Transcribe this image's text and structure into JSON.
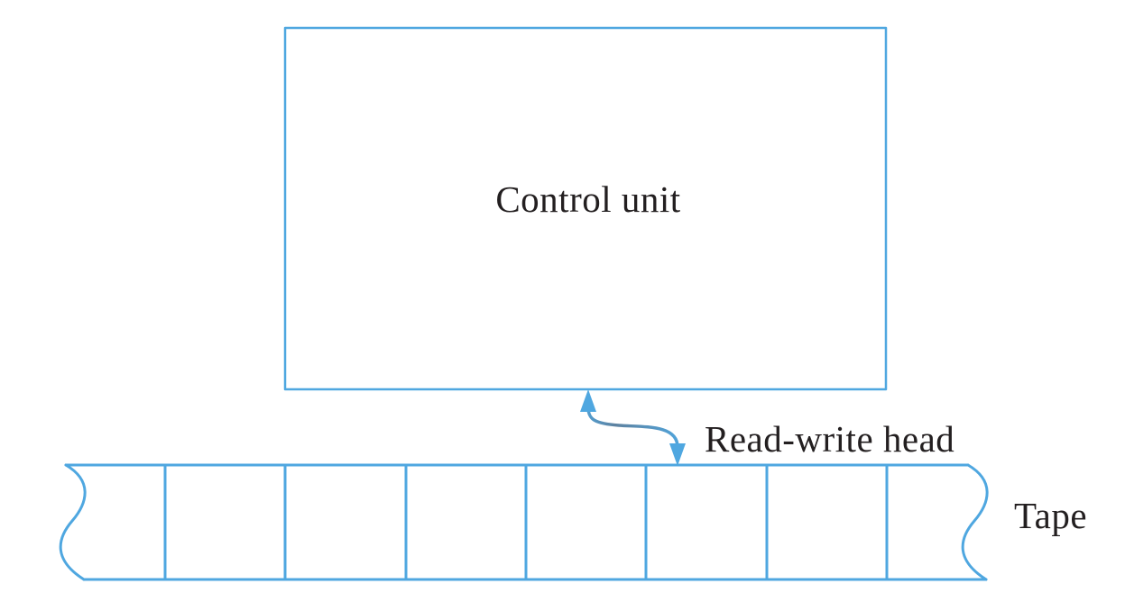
{
  "diagram": {
    "control_unit_label": "Control unit",
    "read_write_head_label": "Read-write head",
    "tape_label": "Tape",
    "tape": {
      "cell_count": 8
    }
  },
  "colors": {
    "line_blue": "#4FA7E0",
    "arrow_mid": "#5E82A0",
    "text_ink": "#231F20",
    "background": "#FFFFFF"
  }
}
